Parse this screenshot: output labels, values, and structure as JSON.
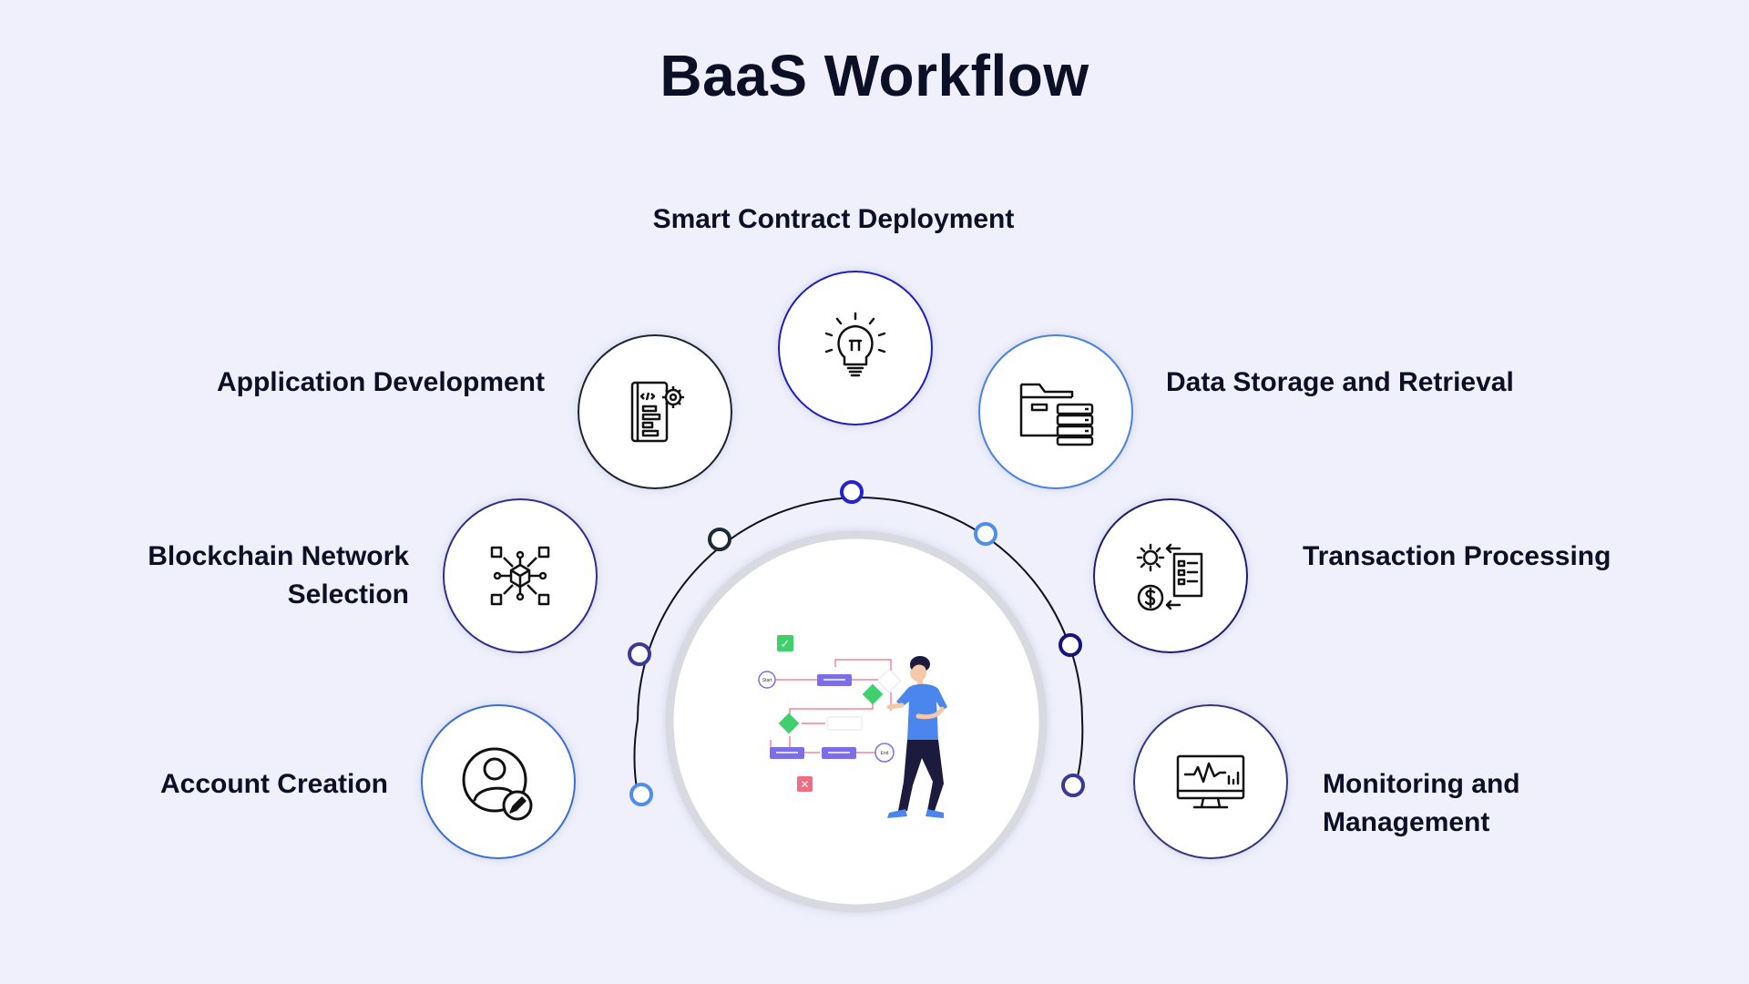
{
  "title": "BaaS Workflow",
  "steps": [
    {
      "label_lines": [
        "Account Creation"
      ],
      "icon": "account-edit-icon",
      "ring_color": "#3b6ed4"
    },
    {
      "label_lines": [
        "Blockchain Network",
        "Selection"
      ],
      "icon": "blockchain-network-icon",
      "ring_color": "#2f2f86"
    },
    {
      "label_lines": [
        "Application Development"
      ],
      "icon": "app-development-icon",
      "ring_color": "#1a2233"
    },
    {
      "label_lines": [
        "Smart Contract Deployment"
      ],
      "icon": "lightbulb-icon",
      "ring_color": "#1f1fc0"
    },
    {
      "label_lines": [
        "Data Storage and Retrieval"
      ],
      "icon": "folder-database-icon",
      "ring_color": "#4a82e0"
    },
    {
      "label_lines": [
        "Transaction Processing"
      ],
      "icon": "transaction-icon",
      "ring_color": "#1a1a70"
    },
    {
      "label_lines": [
        "Monitoring and",
        "Management"
      ],
      "icon": "monitor-chart-icon",
      "ring_color": "#34347f"
    }
  ],
  "arc_nodes": [
    {
      "color": "#4e8ee8"
    },
    {
      "color": "#3a3a96"
    },
    {
      "color": "#1d2a36"
    },
    {
      "color": "#2222d0"
    },
    {
      "color": "#4e8ee8"
    },
    {
      "color": "#14147a"
    },
    {
      "color": "#3a3a96"
    }
  ],
  "colors": {
    "background": "#eff0fc",
    "text": "#0c1026",
    "flow_box": "#7b6ee8",
    "flow_diamond": "#3fcf6b",
    "person_shirt": "#4a86ee",
    "person_pants": "#1c1a3d"
  },
  "illustration": {
    "check_mark": "✓",
    "cross_mark": "✕",
    "start_label": "Start",
    "end_label": "End"
  }
}
